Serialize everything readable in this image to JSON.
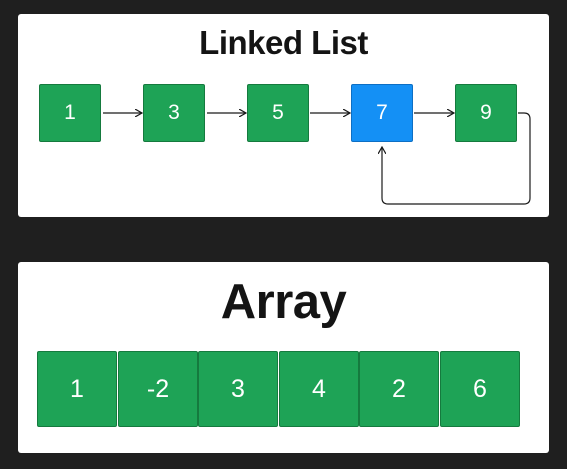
{
  "linked_list": {
    "title": "Linked List",
    "nodes": [
      {
        "label": "1",
        "highlighted": false
      },
      {
        "label": "3",
        "highlighted": false
      },
      {
        "label": "5",
        "highlighted": false
      },
      {
        "label": "7",
        "highlighted": true
      },
      {
        "label": "9",
        "highlighted": false
      }
    ],
    "cycle": {
      "from_index": 4,
      "to_index": 3
    }
  },
  "array": {
    "title": "Array",
    "cells": [
      "1",
      "-2",
      "3",
      "4",
      "2",
      "6"
    ]
  },
  "colors": {
    "background": "#1f1f1f",
    "panel": "#ffffff",
    "node_green": "#1ea356",
    "node_highlight": "#1490f5",
    "arrow": "#1a1a1a"
  }
}
